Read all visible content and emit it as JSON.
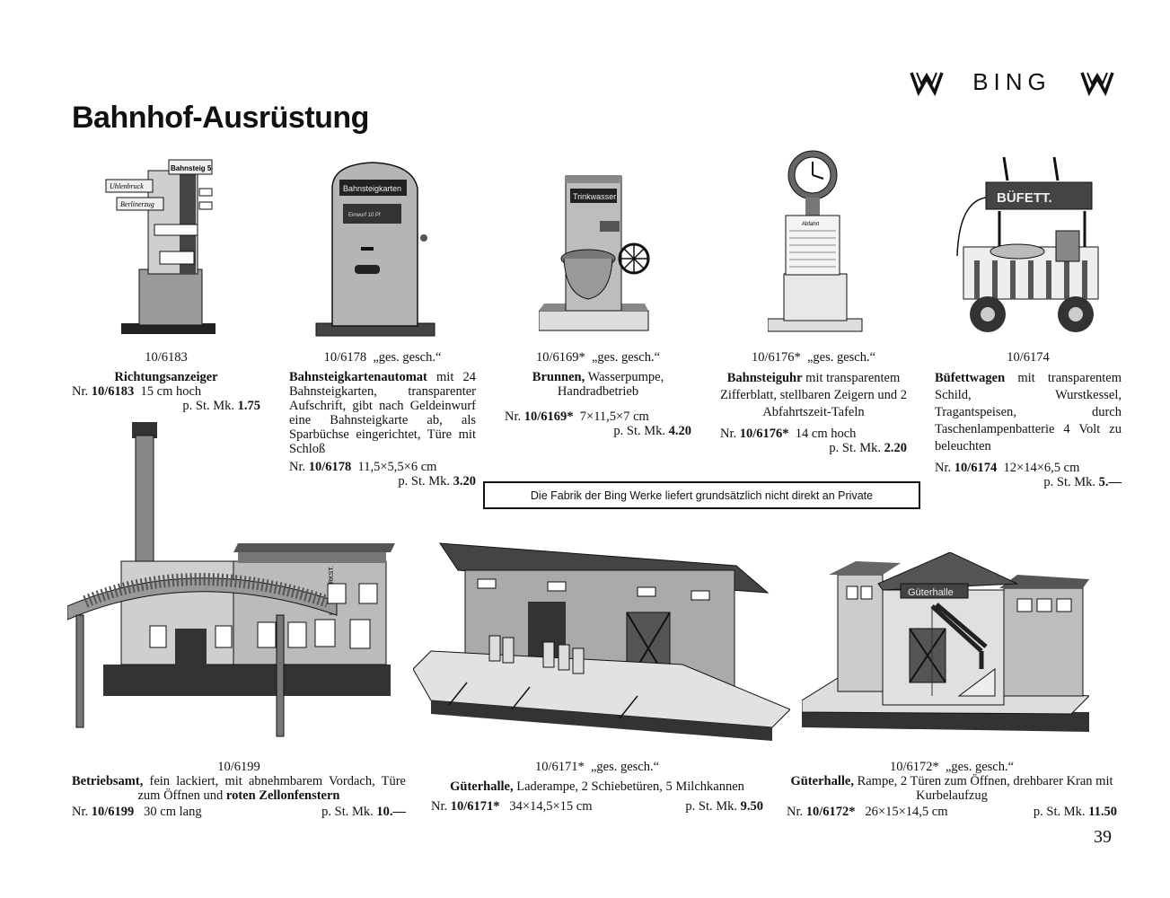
{
  "page": {
    "title": "Bahnhof-Ausrüstung",
    "brand": "BING",
    "brand_icon": "bing-wb-logo",
    "page_number": "39",
    "notice": "Die Fabrik der Bing Werke liefert grundsätzlich nicht direkt an Private"
  },
  "illustration_labels": {
    "sign_top": "Bahnsteig 5",
    "sign_left1": "Uhlenbruck",
    "sign_left2": "Berlinerzug",
    "ticket_machine": "Bahnsteigkarten",
    "ticket_machine_sub": "Einwurf 10 Pf",
    "fountain": "Trinkwasser",
    "buffet": "BÜFETT.",
    "timetable": "Abfahrt",
    "works_building": "HAUPTWERKST.",
    "goods_shed": "Güterhalle"
  },
  "products": [
    {
      "code": "10/6183",
      "note": "",
      "name": "Richtungsanzeiger",
      "desc": "",
      "nr_label": "Nr.",
      "nr": "10/6183",
      "size": "15 cm hoch",
      "price_label": "p. St. Mk.",
      "price": "1.75"
    },
    {
      "code": "10/6178",
      "note": "„ges. gesch.“",
      "name": "Bahnsteigkartenautomat",
      "desc": " mit 24 Bahnsteigkarten, transparenter Aufschrift, gibt nach Geldeinwurf eine Bahnsteigkarte ab, als Sparbüchse eingerichtet, Türe mit Schloß",
      "nr_label": "Nr.",
      "nr": "10/6178",
      "size": "11,5×5,5×6 cm",
      "price_label": "p. St. Mk.",
      "price": "3.20"
    },
    {
      "code": "10/6169*",
      "note": "„ges. gesch.“",
      "name": "Brunnen,",
      "desc": " Wasserpumpe, Handradbetrieb",
      "nr_label": "Nr.",
      "nr": "10/6169*",
      "size": "7×11,5×7 cm",
      "price_label": "p. St. Mk.",
      "price": "4.20"
    },
    {
      "code": "10/6176*",
      "note": "„ges. gesch.“",
      "name": "Bahnsteiguhr",
      "desc": " mit transparentem Zifferblatt, stellbaren Zeigern und 2 Abfahrtszeit-Tafeln",
      "nr_label": "Nr.",
      "nr": "10/6176*",
      "size": "14 cm hoch",
      "price_label": "p. St. Mk.",
      "price": "2.20"
    },
    {
      "code": "10/6174",
      "note": "",
      "name": "Büfettwagen",
      "desc": " mit transparentem Schild, Wurstkessel, Tragantspeisen, durch Taschenlampenbatterie 4 Volt zu beleuchten",
      "nr_label": "Nr.",
      "nr": "10/6174",
      "size": "12×14×6,5 cm",
      "price_label": "p. St. Mk.",
      "price": "5.—"
    },
    {
      "code": "10/6199",
      "note": "",
      "name": "Betriebsamt,",
      "desc": " fein lackiert, mit abnehmbarem Vordach, Türe zum Öffnen und ",
      "desc_bold": "roten Zellonfenstern",
      "nr_label": "Nr.",
      "nr": "10/6199",
      "size": "30 cm lang",
      "price_label": "p. St. Mk.",
      "price": "10.—"
    },
    {
      "code": "10/6171*",
      "note": "„ges. gesch.“",
      "name": "Güterhalle,",
      "desc": " Laderampe, 2 Schiebetüren, 5 Milchkannen",
      "nr_label": "Nr.",
      "nr": "10/6171*",
      "size": "34×14,5×15 cm",
      "price_label": "p. St. Mk.",
      "price": "9.50"
    },
    {
      "code": "10/6172*",
      "note": "„ges. gesch.“",
      "name": "Güterhalle,",
      "desc": " Rampe, 2 Türen zum Öffnen, drehbarer Kran mit Kurbelaufzug",
      "nr_label": "Nr.",
      "nr": "10/6172*",
      "size": "26×15×14,5 cm",
      "price_label": "p. St. Mk.",
      "price": "11.50"
    }
  ]
}
